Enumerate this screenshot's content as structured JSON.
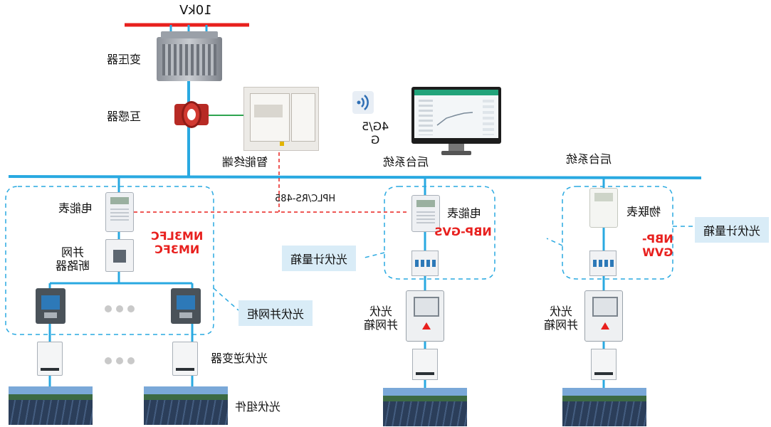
{
  "grid_voltage": "10kV",
  "transformer_label": "变压器",
  "ct_label": "互感器",
  "smart_terminal_label": "智能终端",
  "wireless_label": [
    "4G/5",
    "G"
  ],
  "backend_label_1": "后台系统",
  "backend_label_2": "后台系统",
  "bus_protocol_label": "HPLC/RS-485",
  "left_group": {
    "meter_label": "电能表",
    "meter_models": [
      "NM3LFC",
      "NM3FC"
    ],
    "breaker_label": [
      "并网",
      "断路器"
    ],
    "cabinet_tag": "光伏并网柜",
    "inverter_label": "光伏逆变器",
    "pv_label": "光伏组件"
  },
  "mid_group": {
    "meter_label": "电能表",
    "meter_model": "NBP-GVS",
    "box_tag": "光伏计量箱",
    "junction_label": [
      "光伏",
      "并网箱"
    ]
  },
  "right_group": {
    "meter_label": "物联表",
    "meter_model": [
      "NBP-",
      "GVW"
    ],
    "box_tag": "光伏计量箱",
    "junction_label": [
      "光伏",
      "并网箱"
    ]
  },
  "colors": {
    "bus": "#29a9e1",
    "grid_line": "#e8201e",
    "dashed_group": "#29a9e1",
    "signal": "#e8201e",
    "tag_bg": "#d9ecf7"
  }
}
